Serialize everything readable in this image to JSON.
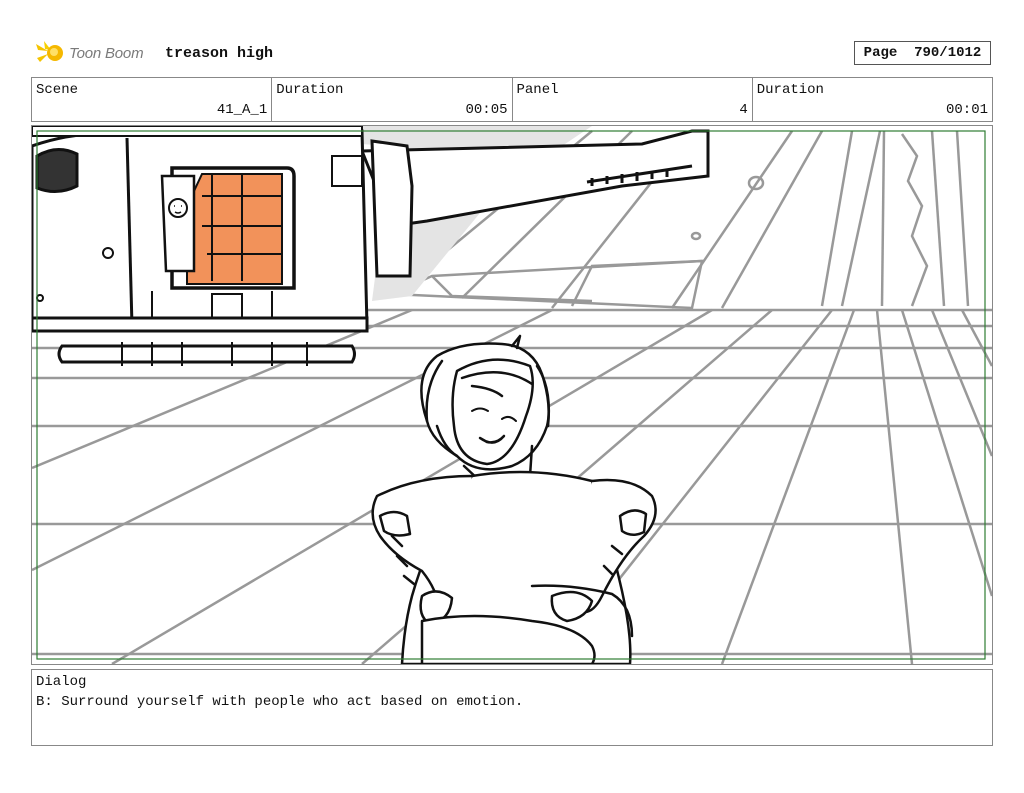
{
  "header": {
    "logo_text": "Toon Boom",
    "project_title": "treason high",
    "page_label": "Page",
    "page_value": "790/1012"
  },
  "info": {
    "scene_label": "Scene",
    "scene_value": "41_A_1",
    "scene_duration_label": "Duration",
    "scene_duration_value": "00:05",
    "panel_label": "Panel",
    "panel_value": "4",
    "panel_duration_label": "Duration",
    "panel_duration_value": "00:01"
  },
  "panel": {
    "accent_color": "#f2925a",
    "safe_frame_color": "#2e7d32"
  },
  "dialog": {
    "label": "Dialog",
    "text": "B: Surround yourself with people who act based on emotion."
  }
}
